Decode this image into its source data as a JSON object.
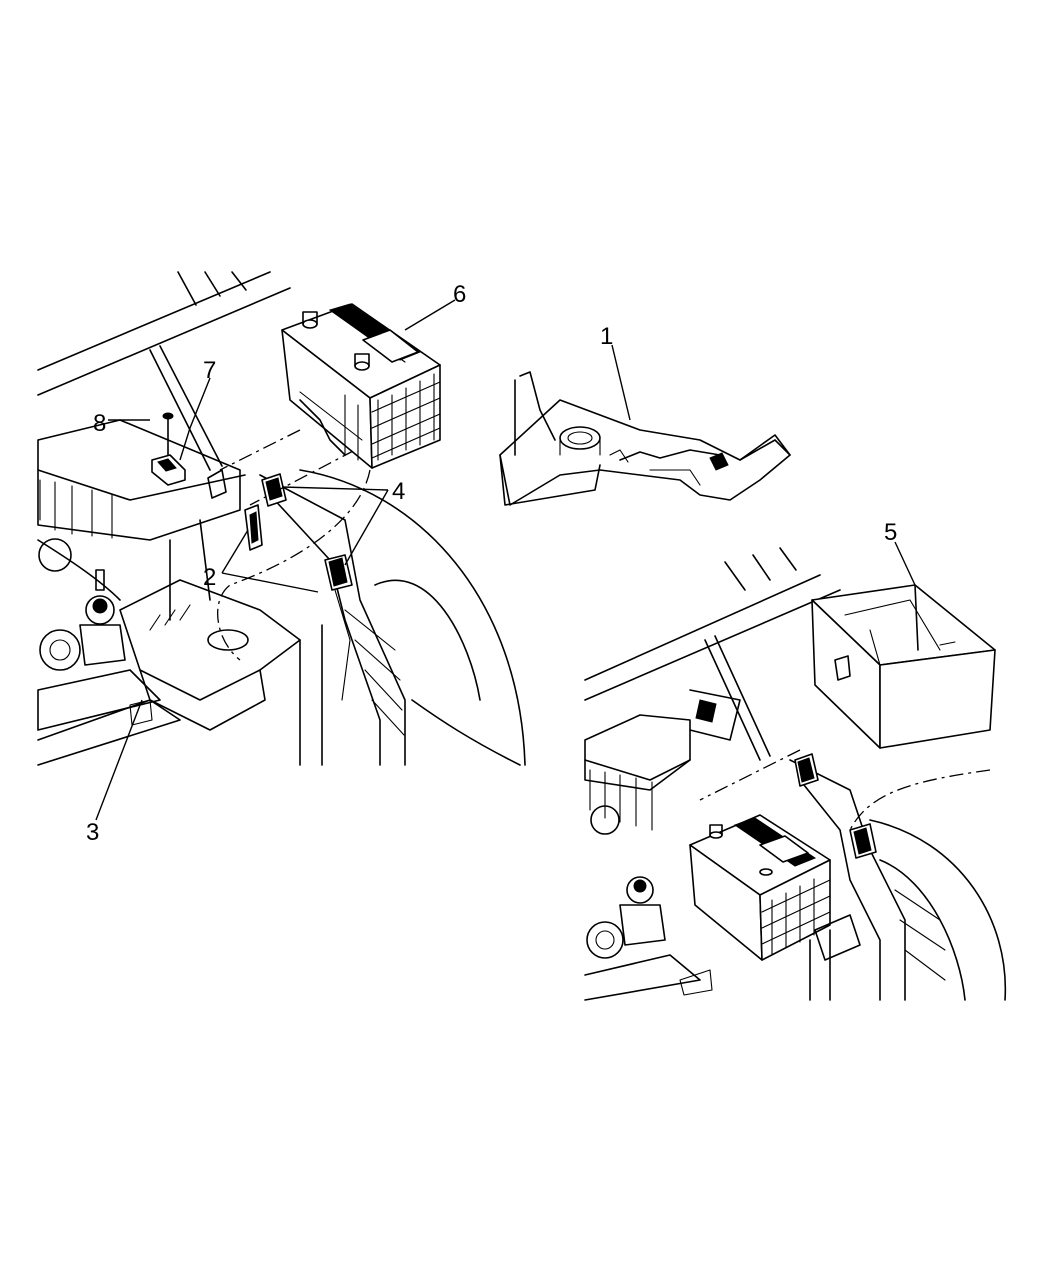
{
  "callouts": {
    "c1": "1",
    "c2": "2",
    "c3": "3",
    "c4": "4",
    "c5": "5",
    "c6": "6",
    "c7": "7",
    "c8": "8"
  },
  "icons": [
    "battery-icon",
    "battery-tray-icon",
    "battery-cover-box-icon",
    "engine-bay-icon"
  ]
}
